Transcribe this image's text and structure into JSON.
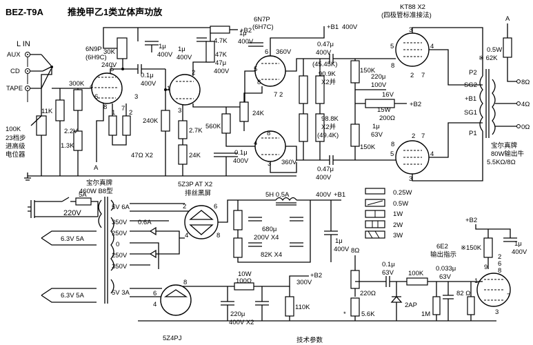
{
  "title": {
    "model": "BEZ-T9A",
    "name": "推挽甲乙1类立体声功放"
  },
  "inputs": {
    "heading": "L IN",
    "aux": "AUX",
    "cd": "CD",
    "tape": "TAPE",
    "pot_value": "100K",
    "pot_desc_1": "23档步",
    "pot_desc_2": "进高级",
    "pot_desc_3": "电位器"
  },
  "v1": {
    "type": "6N9P",
    "alt": "(6H9C)",
    "r_plate": "30K",
    "b_voltage": "240V",
    "c_decouple": "1μ",
    "c_decouple_v": "400V",
    "r_grid": "300K",
    "r_11k": "11K",
    "v_cathode": "2.2V",
    "r_cathode": "1.3K",
    "r_47": "47Ω X2",
    "coupling_c": "0.1μ",
    "coupling_v": "400V",
    "pin_a": "A",
    "pins": [
      "4",
      "5",
      "6",
      "8",
      "7",
      "1",
      "2",
      "3"
    ]
  },
  "v2": {
    "r_grid": "240K",
    "r_cathode": "2.7K",
    "r_24k": "24K",
    "r_47k": "47K",
    "c_47k": "47μ",
    "c_47k_v": "400V",
    "r_b2": "4.7K",
    "b2": "+B2",
    "c_1u": "1μ",
    "c_1u_v": "400V",
    "pins": [
      "1",
      "2",
      "3"
    ]
  },
  "pi": {
    "type": "6N7P",
    "alt": "(6H7C)",
    "b1": "+B1",
    "b1_v": "400V",
    "c_in": "1μ",
    "c_in_v": "400V",
    "v_plate_top": "360V",
    "v_plate_bot": "360V",
    "r_560k": "560K",
    "r_24k": "24K",
    "c_bot": "0.1μ",
    "c_bot_v": "400V",
    "pins": [
      "6",
      "5",
      "8",
      "7",
      "2",
      "8",
      "4",
      "3"
    ]
  },
  "output_stage": {
    "tube": "KT88 X2",
    "tube_note": "(四极管标准接法)",
    "c_top": "0.47μ",
    "c_top_v": "400V",
    "c_bot": "0.47μ",
    "c_bot_v": "400V",
    "r_150k_top": "150K",
    "r_150k_bot": "150K",
    "r_909": "90.9K",
    "r_909_alt": "(45.45K)",
    "r_909_x2": "X2并",
    "r_988": "98.8K",
    "r_988_x2": "X2并",
    "r_988_alt": "(49.4K)",
    "c_220": "220μ",
    "c_220_v": "100V",
    "v_bias": "16V",
    "r_15w": "15W",
    "r_200": "200Ω",
    "c_1u": "1μ",
    "c_1u_v": "63V",
    "b2": "+B2",
    "pins": [
      "5",
      "4",
      "8",
      "2",
      "7",
      "3",
      "5",
      "4",
      "8",
      "2",
      "7",
      "3"
    ]
  },
  "transformer": {
    "p2": "P2",
    "sg2": "SG2",
    "b1": "+B1",
    "sg1": "SG1",
    "p1": "P1",
    "a_label": "A",
    "r_note": "0.5W",
    "r_value": "※ 62K",
    "tap_8": "8Ω",
    "tap_4": "4Ω",
    "tap_0": "0Ω",
    "brand": "宝尔真牌",
    "spec": "80W输出牛",
    "imp": "5.5KΩ/8Ω"
  },
  "power": {
    "tr_brand": "宝尔真牌",
    "tr_spec": "460W B8型",
    "fuse": "5A",
    "mains": "220V",
    "sec_5v6a": "5V 6A",
    "sec_350v": "350V",
    "sec_06a": "0.6A",
    "sec_250v_a": "250V",
    "sec_0": "0",
    "sec_250v_b": "250V",
    "sec_350v_b": "350V",
    "sec_5v3a": "5V 3A",
    "heater1": "6.3V 5A",
    "heater2": "6.3V 5A",
    "rect_main": "5Z3P AT  X2",
    "rect_main_note": "排丝黑屏",
    "rect_main_pins": [
      "2",
      "4",
      "6",
      "8"
    ],
    "choke": "5H 0.5A",
    "b1_v": "400V",
    "b1": "+B1",
    "c_680": "680μ",
    "c_680_v": "200V X4",
    "r_82k": "82K X4",
    "c_out": "1μ",
    "c_out_v": "400V",
    "rect_aux": "5Z4PJ",
    "rect_aux_pins": [
      "4",
      "6",
      "8"
    ],
    "r_10w": "10W",
    "r_100": "100Ω",
    "b2": "+B2",
    "b2_v": "300V",
    "c_220": "220μ",
    "c_220_v": "400V X2",
    "r_110k": "110K"
  },
  "legend": {
    "p025": "0.25W",
    "p05": "0.5W",
    "p1": "1W",
    "p2": "2W",
    "p3": "3W"
  },
  "indicator": {
    "tube": "6E2",
    "desc": "输出指示",
    "b2": "+B2",
    "r_150k": "※150K",
    "c_1u": "1μ",
    "c_1u_v": "400V",
    "r_8": "8Ω",
    "c_01": "0.1μ",
    "c_01_v": "63V",
    "r_100k": "100K",
    "c_0033": "0.033μ",
    "c_0033_v": "63V",
    "r_220": "220Ω",
    "diode": "2AP",
    "r_1m": "1M",
    "r_82": "82 Ω",
    "r_56k": "5.6K",
    "star": "*",
    "pins": [
      "9",
      "1",
      "2",
      "6",
      "8",
      "7",
      "3"
    ]
  },
  "footer": "技术参数"
}
